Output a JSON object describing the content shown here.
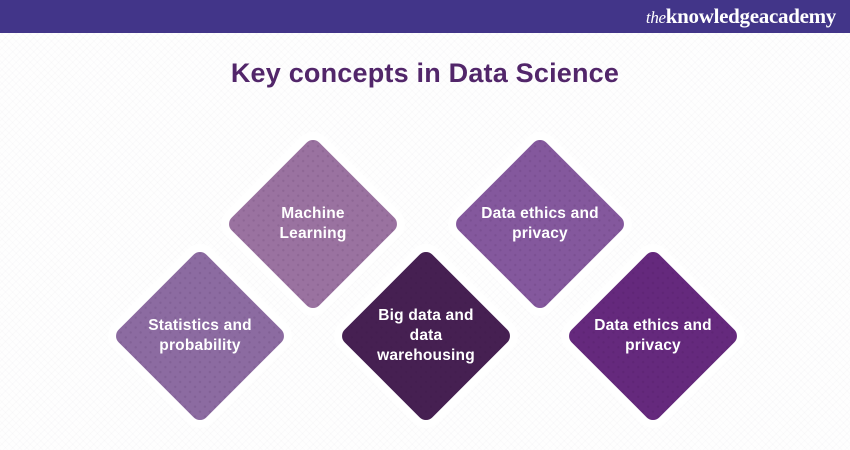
{
  "header": {
    "bar_color": "#423589",
    "logo": {
      "prefix": "the",
      "rest": "knowledgeacademy"
    }
  },
  "title": {
    "text": "Key concepts in Data Science",
    "color": "#52266a"
  },
  "diamonds": [
    {
      "name": "statistics-and-probability",
      "label": "Statistics and\nprobability",
      "color": "#8c6ba1",
      "row": "bottom"
    },
    {
      "name": "machine-learning",
      "label": "Machine\nLearning",
      "color": "#9a72a0",
      "row": "top"
    },
    {
      "name": "big-data-and-warehousing",
      "label": "Big data and\ndata\nwarehousing",
      "color": "#462052",
      "row": "bottom"
    },
    {
      "name": "data-ethics-and-privacy-top",
      "label": "Data ethics and\nprivacy",
      "color": "#84589d",
      "row": "top"
    },
    {
      "name": "data-ethics-and-privacy-bottom",
      "label": "Data ethics and\nprivacy",
      "color": "#65297d",
      "row": "bottom"
    }
  ],
  "text_color": "#ffffff"
}
